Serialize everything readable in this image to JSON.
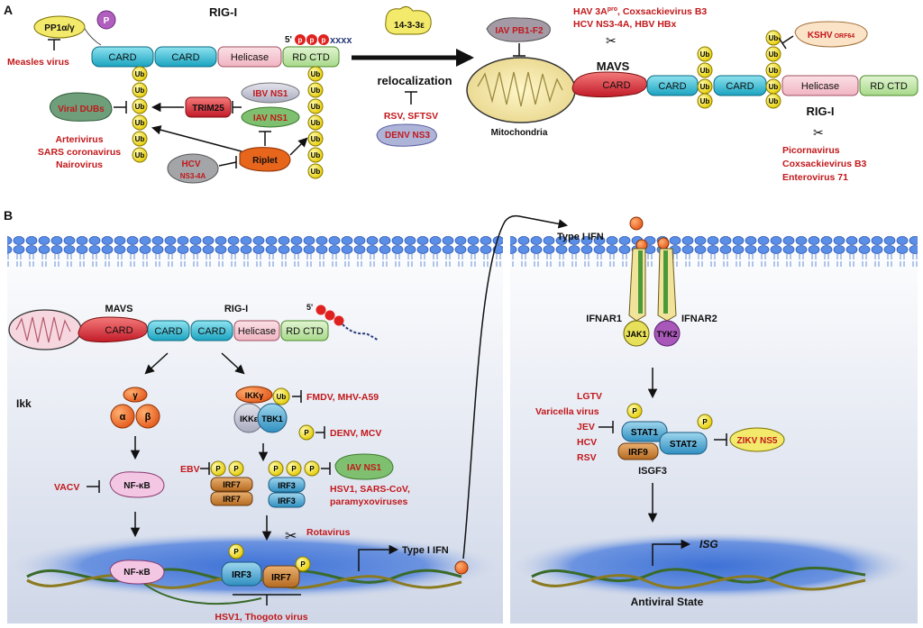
{
  "panel_a": {
    "letter": "A",
    "rigi_title": "RIG-I",
    "pp1": "PP1α/γ",
    "p": "P",
    "measles": "Measles virus",
    "card1": "CARD",
    "card2": "CARD",
    "helicase": "Helicase",
    "rdctd": "RD CTD",
    "five_prime": "5'",
    "xxxx": "xxxx",
    "ub": "Ub",
    "viral_dubs": "Viral DUBs",
    "dub_viruses": [
      "Arterivirus",
      "SARS coronavirus",
      "Nairovirus"
    ],
    "trim25": "TRIM25",
    "ibv_ns1": "IBV NS1",
    "iav_ns1": "IAV NS1",
    "riplet": "Riplet",
    "hcv": "HCV",
    "hcv_ns34a": "NS3-4A",
    "fourteen33": "14-3-3ε",
    "relocalization": "relocalization",
    "reloc_viruses": "RSV, SFTSV",
    "denv_ns3": "DENV NS3",
    "iav_pb1f2": "IAV PB1-F2",
    "mavs_virus_line1": "HAV 3A",
    "mavs_virus_sup": "pro",
    "mavs_virus_line1b": ", Coxsackievirus B3",
    "mavs_virus_line2": "HCV NS3-4A, HBV HBx",
    "mavs": "MAVS",
    "mitochondria": "Mitochondria",
    "kshv": "KSHV",
    "kshv_sub": "ORF64",
    "rigi_right": "RIG-I",
    "rigi_cleavers": [
      "Picornavirus",
      "Coxsackievirus B3",
      "Enterovirus 71"
    ]
  },
  "panel_b": {
    "letter": "B",
    "mavs": "MAVS",
    "rigi": "RIG-I",
    "card_mavs": "CARD",
    "ikk": "Ikk",
    "gamma": "γ",
    "alpha": "α",
    "beta": "β",
    "nfkb": "NF-κB",
    "vacv": "VACV",
    "ikkg": "IKKγ",
    "ikke": "IKKε",
    "tbk1": "TBK1",
    "fmdv": "FMDV, MHV-A59",
    "denv_mcv": "DENV, MCV",
    "ebv": "EBV",
    "irf7": "IRF7",
    "irf3": "IRF3",
    "iav_ns1": "IAV NS1",
    "hsv_line1": "HSV1, SARS-CoV,",
    "hsv_line2": "paramyxoviruses",
    "rotavirus": "Rotavirus",
    "type1ifn": "Type I IFN",
    "hsv_thogoto": "HSV1,  Thogoto virus",
    "ifn_top": "Type I IFN",
    "ifnar1": "IFNAR1",
    "ifnar2": "IFNAR2",
    "jak1": "JAK1",
    "tyk2": "TYK2",
    "stat_inhib": [
      "LGTV",
      "Varicella virus",
      "JEV",
      "HCV",
      "RSV"
    ],
    "stat1": "STAT1",
    "stat2": "STAT2",
    "irf9": "IRF9",
    "isgf3": "ISGF3",
    "zikv": "ZIKV NS5",
    "isg": "ISG",
    "antiviral": "Antiviral State"
  }
}
